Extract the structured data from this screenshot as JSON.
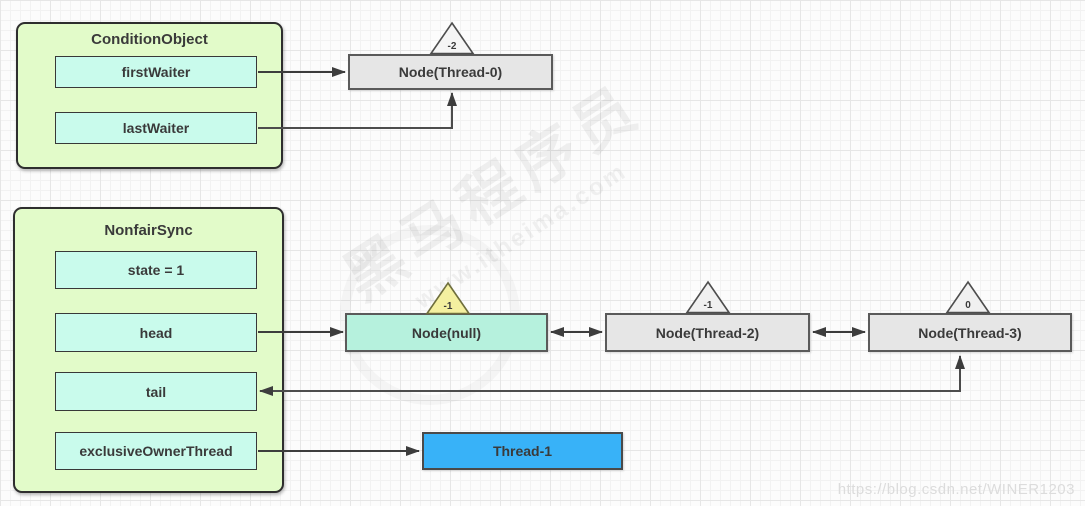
{
  "condition_object": {
    "title": "ConditionObject",
    "fields": [
      {
        "label": "firstWaiter"
      },
      {
        "label": "lastWaiter"
      }
    ]
  },
  "nonfair_sync": {
    "title": "NonfairSync",
    "fields": [
      {
        "label": "state = 1"
      },
      {
        "label": "head"
      },
      {
        "label": "tail"
      },
      {
        "label": "exclusiveOwnerThread"
      }
    ]
  },
  "nodes": [
    {
      "label": "Node(Thread-0)",
      "waitStatus": "-2",
      "variant": "gray"
    },
    {
      "label": "Node(null)",
      "waitStatus": "-1",
      "variant": "mint"
    },
    {
      "label": "Node(Thread-2)",
      "waitStatus": "-1",
      "variant": "gray"
    },
    {
      "label": "Node(Thread-3)",
      "waitStatus": "0",
      "variant": "gray"
    }
  ],
  "thread_box": {
    "label": "Thread-1"
  },
  "watermarks": {
    "center_text": "黑马程序员",
    "center_subtext": "www.itheima.com",
    "corner_text": "https://blog.csdn.net/WINER1203"
  },
  "colors": {
    "container_fill": "#e2fbc9",
    "field_fill": "#c9fbec",
    "node_gray_fill": "#e6e6e6",
    "node_mint_fill": "#b6f1dd",
    "thread_blue_fill": "#38b2f8",
    "triangle_yellow_fill": "#f4f0a0",
    "triangle_gray_fill": "#f0f0f0",
    "arrow": "#3d3d3d"
  }
}
